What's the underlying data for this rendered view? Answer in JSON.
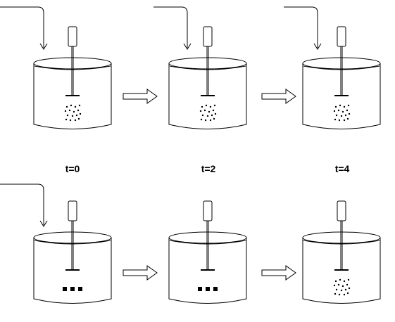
{
  "labels": {
    "t0": "t=0",
    "t2": "t=2",
    "t4": "t=4"
  },
  "colors": {
    "stroke": "#000000",
    "background": "#ffffff"
  },
  "diagram": {
    "rows": [
      {
        "vessels": [
          "particles-cluster",
          "particles-cluster",
          "particles-cluster"
        ],
        "feed_arrow": [
          true,
          true,
          true
        ]
      },
      {
        "vessels": [
          "three-blocks",
          "three-blocks",
          "particles-cluster"
        ],
        "feed_arrow": [
          true,
          false,
          false
        ]
      }
    ]
  }
}
